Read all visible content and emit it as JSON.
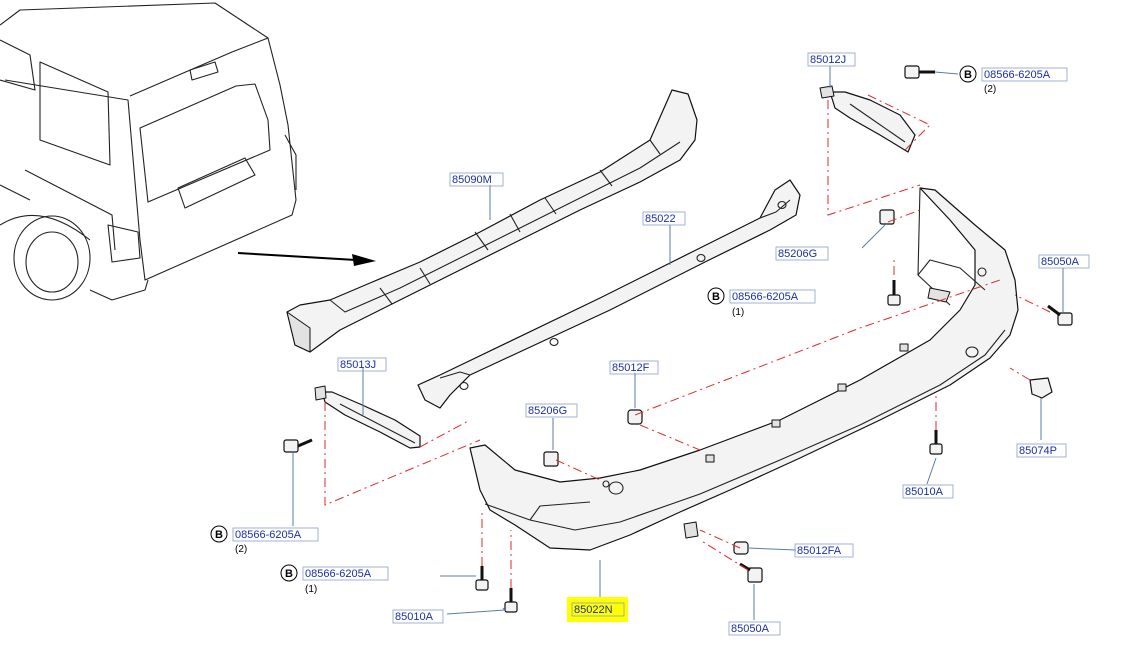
{
  "diagram": {
    "labels": [
      {
        "id": "lbl-85012J",
        "text": "85012J"
      },
      {
        "id": "lbl-85090M",
        "text": "85090M"
      },
      {
        "id": "lbl-85022",
        "text": "85022"
      },
      {
        "id": "lbl-85206G-right",
        "text": "85206G"
      },
      {
        "id": "lbl-85050A-right",
        "text": "85050A"
      },
      {
        "id": "lbl-85013J",
        "text": "85013J"
      },
      {
        "id": "lbl-85012F",
        "text": "85012F"
      },
      {
        "id": "lbl-85206G-left",
        "text": "85206G"
      },
      {
        "id": "lbl-85074P",
        "text": "85074P"
      },
      {
        "id": "lbl-85010A-right",
        "text": "85010A"
      },
      {
        "id": "lbl-85012FA",
        "text": "85012FA"
      },
      {
        "id": "lbl-85022N",
        "text": "85022N"
      },
      {
        "id": "lbl-85050A-bottom",
        "text": "85050A"
      },
      {
        "id": "lbl-85010A-left",
        "text": "85010A"
      }
    ],
    "bolt_callouts": [
      {
        "letter": "B",
        "part": "08566-6205A",
        "qty": "(2)"
      },
      {
        "letter": "B",
        "part": "08566-6205A",
        "qty": "(1)"
      },
      {
        "letter": "B",
        "part": "08566-6205A",
        "qty": "(2)"
      },
      {
        "letter": "B",
        "part": "08566-6205A",
        "qty": "(1)"
      }
    ],
    "highlight_color": "#ffff00",
    "label_color": "#1b2fa8",
    "dash_color": "#e02a2a"
  }
}
